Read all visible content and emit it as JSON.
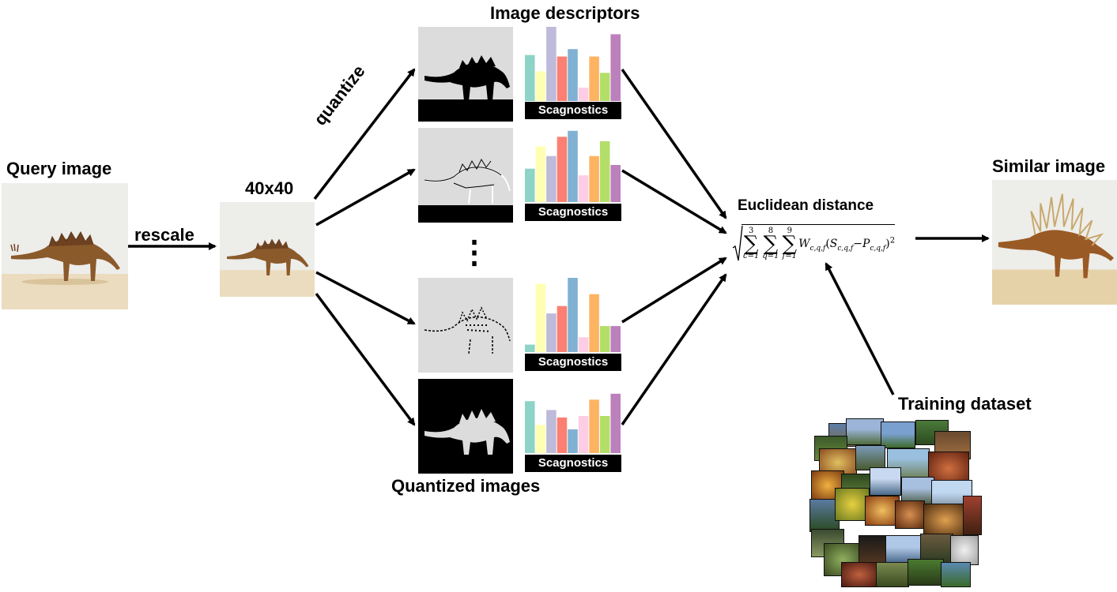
{
  "labels": {
    "query_image": "Query image",
    "rescale": "rescale",
    "size_40": "40x40",
    "quantize": "quantize",
    "image_descriptors": "Image descriptors",
    "quantized_images": "Quantized images",
    "euclidean_distance": "Euclidean distance",
    "similar_image": "Similar image",
    "training_dataset": "Training dataset",
    "ellipsis": "⋮"
  },
  "scagnostics_label": "Scagnostics",
  "formula": {
    "sum1_upper": "3",
    "sum1_lower": "c=1",
    "sum2_upper": "8",
    "sum2_lower": "q=1",
    "sum3_upper": "9",
    "sum3_lower": "f=1",
    "w_term": "W",
    "w_sub": "c,q,f",
    "s_term": "S",
    "s_sub": "c,q,f",
    "minus": "−",
    "p_term": "P",
    "p_sub": "c,q,f",
    "exponent": "2"
  },
  "colors": {
    "bars": [
      "#8dd3c7",
      "#ffffb3",
      "#bebada",
      "#fb8072",
      "#80b1d3",
      "#fccde5",
      "#fdb462",
      "#b3de69",
      "#bc80bd"
    ],
    "scag_bg": "#000000",
    "thumb_gray": "#dcdcdc",
    "sand": "#ebdcbf",
    "dino": "#8b5a2b"
  },
  "histograms": [
    {
      "values": [
        0.62,
        0.4,
        1.0,
        0.6,
        0.7,
        0.18,
        0.6,
        0.38,
        0.9
      ]
    },
    {
      "values": [
        0.45,
        0.75,
        0.62,
        0.88,
        0.96,
        0.36,
        0.62,
        0.82,
        0.5
      ]
    },
    {
      "values": [
        0.1,
        0.92,
        0.52,
        0.62,
        1.0,
        0.2,
        0.78,
        0.35,
        0.35
      ]
    },
    {
      "values": [
        0.7,
        0.38,
        0.58,
        0.48,
        0.32,
        0.5,
        0.72,
        0.5,
        0.8
      ]
    }
  ]
}
